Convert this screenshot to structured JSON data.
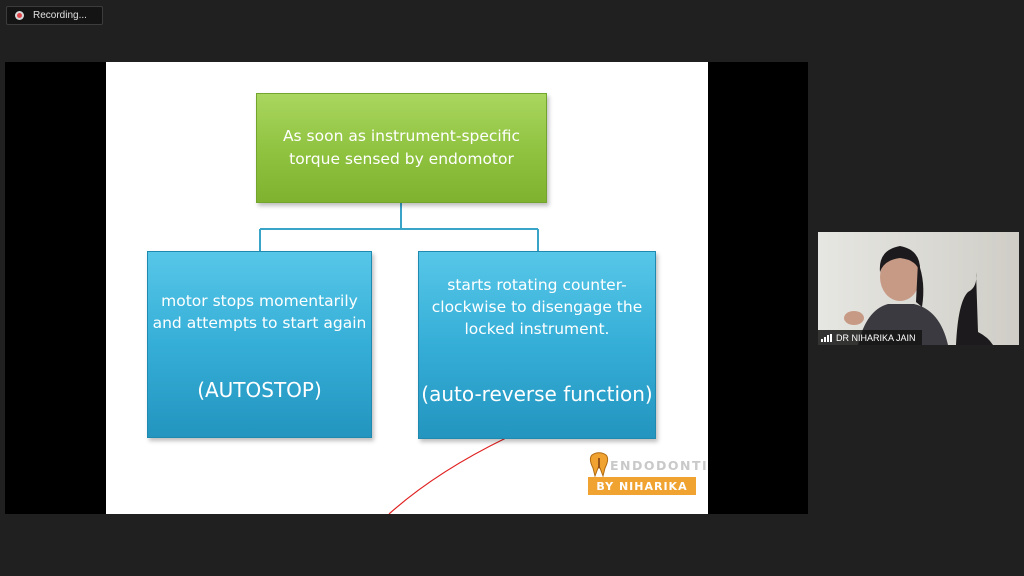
{
  "recording": {
    "label": "Recording..."
  },
  "slide": {
    "top_box": "As soon as instrument-specific torque sensed by endomotor",
    "left_box": {
      "text": "motor stops momentarily and attempts to start again",
      "tag": "(AUTOSTOP)"
    },
    "right_box": {
      "text": "starts rotating counter-clockwise to disengage the locked instrument.",
      "tag": "(auto-reverse function)"
    },
    "logo": {
      "word": "ENDODONTIX",
      "banner": "BY NIHARIKA"
    }
  },
  "participant": {
    "name": "DR NIHARIKA JAIN"
  },
  "colors": {
    "app_background": "#202020",
    "top_box": "#8fc23f",
    "child_boxes": "#35aed7",
    "connector": "#3aa3c8",
    "logo_banner": "#f0a330",
    "annotation_line": "#e02020"
  }
}
